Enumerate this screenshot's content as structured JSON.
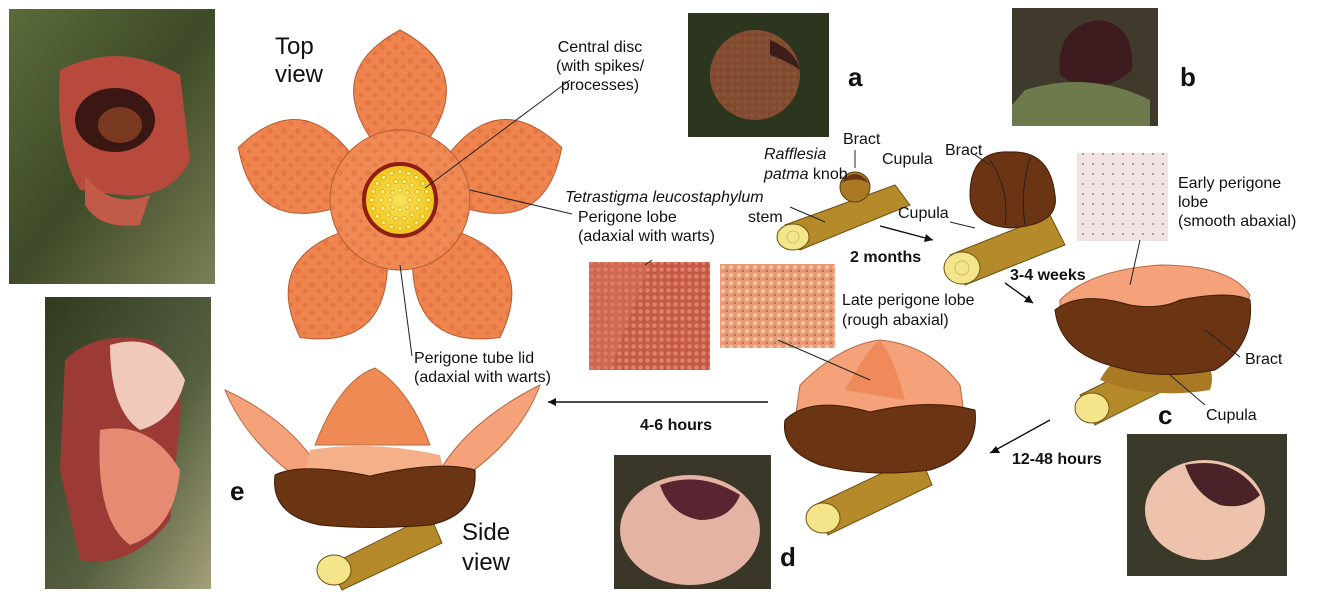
{
  "views": {
    "top_line1": "Top",
    "top_line2": "view",
    "side_line1": "Side",
    "side_line2": "view"
  },
  "panels": {
    "a": "a",
    "b": "b",
    "c": "c",
    "d": "d",
    "e": "e"
  },
  "labels": {
    "central_disc": [
      "Central disc",
      "(with spikes/",
      "processes)"
    ],
    "perigone_lobe_adaxial": [
      "Perigone lobe",
      "(adaxial with warts)"
    ],
    "perigone_tube_lid": [
      "Perigone tube lid",
      "(adaxial with warts)"
    ],
    "tetrastigma_line1": "Tetrastigma leucostaphylum",
    "tetrastigma_line2": "stem",
    "rafflesia_line1": "Rafflesia",
    "rafflesia_line2_italic": "patma",
    "rafflesia_line2_rest": " knob",
    "bract_a": "Bract",
    "cupula_a": "Cupula",
    "bract_b": "Bract",
    "cupula_b": "Cupula",
    "early_perigone": [
      "Early perigone",
      "lobe",
      "(smooth abaxial)"
    ],
    "late_perigone": [
      "Late perigone lobe",
      "(rough abaxial)"
    ],
    "bract_c": "Bract",
    "cupula_c": "Cupula"
  },
  "durations": {
    "a_to_b": "2 months",
    "b_to_c": "3-4 weeks",
    "c_to_d": "12-48 hours",
    "d_to_e": "4-6 hours"
  },
  "colors": {
    "petal": "#f0844f",
    "petal_light": "#f5a27a",
    "wart": "#e87a48",
    "disc_yellow": "#f7d12a",
    "disc_ring": "#8e1d12",
    "bract": "#6b3412",
    "bract_dark": "#4e240a",
    "stem": "#b58a2a",
    "stem_dark": "#8a6a1e",
    "stem_end": "#f4e58a",
    "cupula": "#a97a23"
  }
}
